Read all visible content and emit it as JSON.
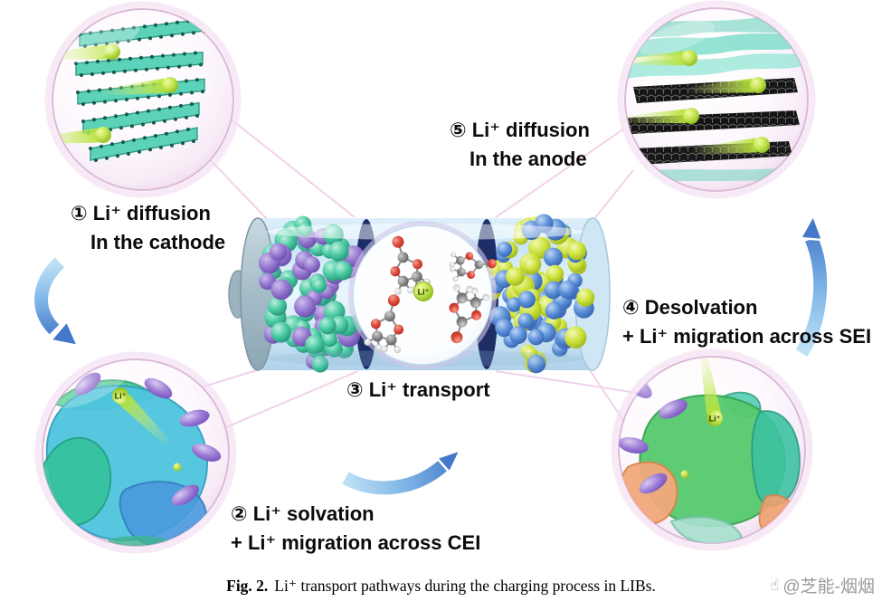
{
  "figure": {
    "caption_prefix": "Fig. 2.",
    "caption_text": "Li⁺ transport pathways during the charging process in LIBs."
  },
  "watermark": {
    "icon_glyph": "☝",
    "text": "@芝能-烟烟"
  },
  "ion_label": "Li⁺",
  "steps": [
    {
      "id": 1,
      "line1": "① Li⁺ diffusion",
      "line2": "In the cathode"
    },
    {
      "id": 2,
      "line1": "② Li⁺ solvation",
      "line2": "+ Li⁺ migration across CEI"
    },
    {
      "id": 3,
      "line1": "③ Li⁺ transport",
      "line2": ""
    },
    {
      "id": 4,
      "line1": "④ Desolvation",
      "line2": "+ Li⁺ migration across SEI"
    },
    {
      "id": 5,
      "line1": "⑤ Li⁺ diffusion",
      "line2": "In the anode"
    }
  ],
  "colors": {
    "cathode_particle_purple": "#9478cf",
    "cathode_particle_teal": "#49c9a2",
    "anode_particle_blue": "#5b8fd9",
    "anode_particle_yellow": "#cde23c",
    "li_ion_green": "#b5e135",
    "arrow_blue": "#4478c8",
    "rim_pink": "#dcb9d8",
    "electrolyte_blue": "#cfe7f5",
    "interphase_navy": "#1d2d66",
    "solvent_purple": "#9a7ad4"
  }
}
